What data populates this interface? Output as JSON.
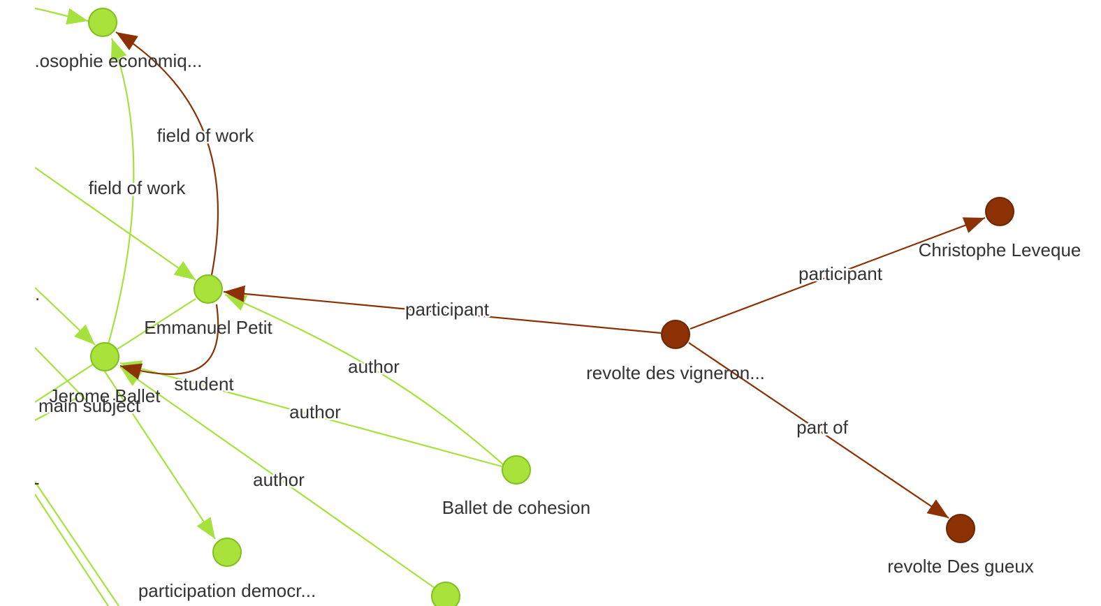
{
  "colors": {
    "green_fill": "#a9e23a",
    "green_stroke": "#7fbf1e",
    "green_edge": "#a6e23d",
    "brown_fill": "#8b3104",
    "brown_stroke": "#6e2703",
    "brown_edge": "#8b3104"
  },
  "nodes": {
    "philosophie": {
      "label": "...osophie economiq..."
    },
    "emmanuel": {
      "label": "Emmanuel Petit"
    },
    "jerome": {
      "label": "Jerome Ballet"
    },
    "ballet_cohesion": {
      "label": "Ballet de cohesion"
    },
    "participation": {
      "label": "participation democr..."
    },
    "bottom_node": {
      "label": ""
    },
    "revolte_vignerons": {
      "label": "revolte des vigneron..."
    },
    "christophe": {
      "label": "Christophe Leveque"
    },
    "revolte_gueux": {
      "label": "revolte Des gueux"
    },
    "offscreen_dot": {
      "label": "."
    },
    "offscreen_dash": {
      "label": "-"
    }
  },
  "edges": {
    "emmanuel_philosophie": {
      "label": "field of work"
    },
    "jerome_philosophie": {
      "label": "field of work"
    },
    "revolte_emmanuel": {
      "label": "participant"
    },
    "revolte_christophe": {
      "label": "participant"
    },
    "revolte_gueux": {
      "label": "part of"
    },
    "ballet_emmanuel": {
      "label": "author"
    },
    "ballet_jerome": {
      "label": "author"
    },
    "bottom_jerome": {
      "label": "author"
    },
    "emmanuel_jerome": {
      "label": "student"
    },
    "offscreen_main_subject": {
      "label": "main subject"
    }
  }
}
